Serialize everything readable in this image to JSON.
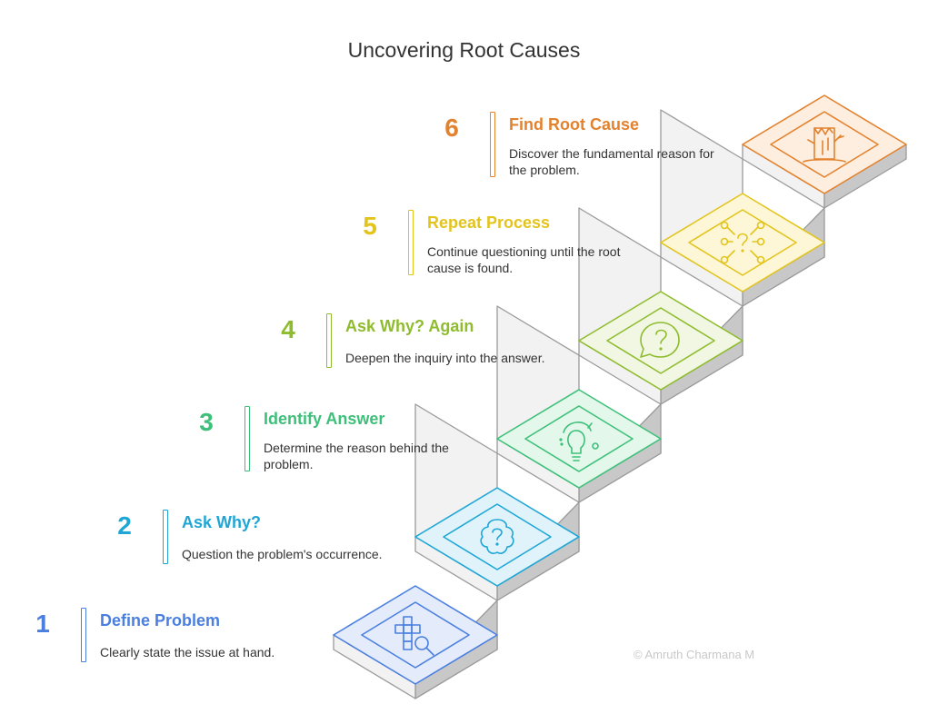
{
  "title": "Uncovering Root Causes",
  "steps": [
    {
      "number": "1",
      "title": "Define Problem",
      "description": "Clearly state the issue at hand.",
      "color": "#4a7fe0",
      "icon": "crossword-search-icon"
    },
    {
      "number": "2",
      "title": "Ask Why?",
      "description": "Question the problem's occurrence.",
      "color": "#1fa6d6",
      "icon": "question-bubble-icon"
    },
    {
      "number": "3",
      "title": "Identify Answer",
      "description": "Determine the reason behind the problem.",
      "color": "#3ec07a",
      "icon": "lightbulb-icon"
    },
    {
      "number": "4",
      "title": "Ask Why? Again",
      "description": "Deepen the inquiry into the answer.",
      "color": "#8fbc2f",
      "icon": "speech-question-icon"
    },
    {
      "number": "5",
      "title": "Repeat Process",
      "description": "Continue questioning until the root cause is found.",
      "color": "#e3c41d",
      "icon": "question-network-icon"
    },
    {
      "number": "6",
      "title": "Find Root Cause",
      "description": "Discover the fundamental reason for the problem.",
      "color": "#e3822e",
      "icon": "tree-stump-icon"
    }
  ],
  "credit": "© Amruth Charmana M"
}
